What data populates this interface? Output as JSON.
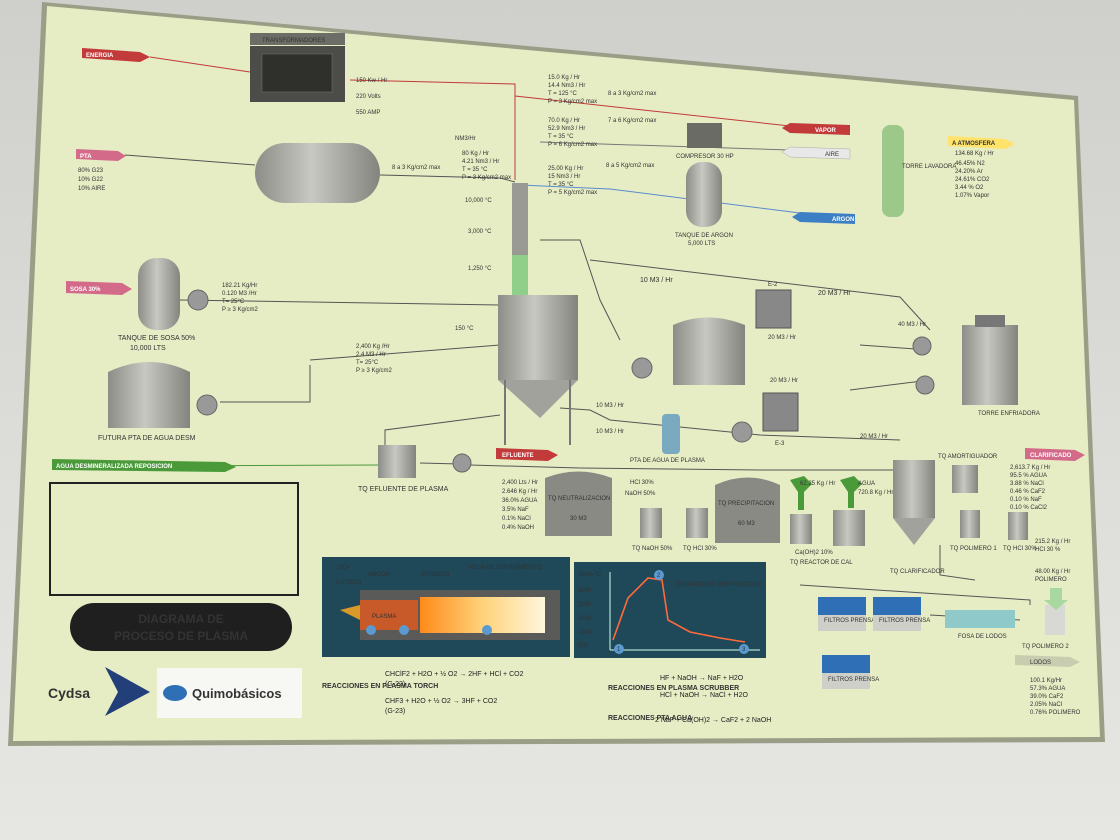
{
  "title": {
    "line1": "DIAGRAMA DE",
    "line2": "PROCESO DE PLASMA"
  },
  "logos": {
    "cydsa": "Cydsa",
    "quimobasicos": "Quimobásicos"
  },
  "tags": {
    "energia": "ENERGIA",
    "pta": "PTA",
    "sosa": "SOSA 30%",
    "agua_desm": "AGUA DESMINERALIZADA REPOSICION",
    "efluente": "EFLUENTE",
    "atmosfera": "A ATMOSFERA",
    "clarificado": "CLARIFICADO",
    "lodos": "LODOS",
    "vapor": "VAPOR",
    "aire": "AIRE",
    "argon": "ARGON"
  },
  "equipment": {
    "transformador": "TRANSFORMADORES",
    "tanque_sosa": "TANQUE DE SOSA 50%",
    "tanque_sosa_cap": "10,000 LTS",
    "futura_pta": "FUTURA PTA DE AGUA DESM",
    "tq_efluente": "TQ EFLUENTE DE PLASMA",
    "compresor": "COMPRESOR 30 HP",
    "tanque_argon": "TANQUE DE ARGON",
    "tanque_argon_cap": "5,000 LTS",
    "torre_lavadora": "TORRE LAVADORA",
    "torre_enfriadora": "TORRE ENFRIADORA",
    "pta_agua_plasma": "PTA DE AGUA DE PLASMA",
    "e2": "E-2",
    "e3": "E-3",
    "tq_neutralizacion": "TQ NEUTRALIZACION",
    "tq_precipitacion": "TQ PRECIPITACION",
    "tq_naoh": "TQ NaOH 50%",
    "tq_hcl": "TQ HCl 30%",
    "tq_reactor_cal": "TQ REACTOR DE CAL",
    "tq_clarificador": "TQ CLARIFICADOR",
    "tq_amortiguador": "TQ AMORTIGUADOR",
    "tq_polimero1": "TQ POLIMERO 1",
    "tq_hcl2": "TQ HCl 30%",
    "tq_polimero2": "TQ POLIMERO 2",
    "filtros_prensa": "FILTROS PRENSA",
    "fosa_lodos": "FOSA DE LODOS"
  },
  "energy": {
    "l1": "150 Kw / Hr",
    "l2": "220 Volts",
    "l3": "550 AMP"
  },
  "pta_comp": {
    "l1": "80% G23",
    "l2": "10% G22",
    "l3": "10% AIRE"
  },
  "pta_flow": "8 a 3 Kg/cm2 max",
  "torch_feed": {
    "l0": "NM3/Hr",
    "l1": "80 Kg / Hr",
    "l2": "4.21 Nm3 / Hr",
    "l3": "T = 35 °C",
    "l4": "P = 3 Kg/cm2 max"
  },
  "vapor_feed": {
    "l1": "15.0 Kg / Hr",
    "l2": "14.4 Nm3 / Hr",
    "l3": "T = 125 °C",
    "l4": "P = 3 Kg/cm2 max"
  },
  "vapor_press": "8 a 3 Kg/cm2 max",
  "air_feed": {
    "l1": "70.0 Kg / Hr",
    "l2": "52.9 Nm3 / Hr",
    "l3": "T = 35 °C",
    "l4": "P = 6 Kg/cm2 max"
  },
  "air_press": "7 a 6 Kg/cm2 max",
  "argon_feed": {
    "l1": "25.00 Kg / Hr",
    "l2": "15 Nm3 / Hr",
    "l3": "T = 35 °C",
    "l4": "P = 5 Kg/cm2 max"
  },
  "argon_press": "8 a 5 Kg/cm2 max",
  "temps": {
    "t1": "10,000 °C",
    "t2": "3,000 °C",
    "t3": "1,250 °C",
    "t4": "150 °C"
  },
  "sosa_feed": {
    "l1": "182.21 Kg/Hr",
    "l2": "0.120 M3 /Hr",
    "l3": "T= 25°C",
    "l4": "P ≥ 3 Kg/cm2"
  },
  "water_feed": {
    "l1": "2,400 Kg /Hr",
    "l2": "2.4 M3 / Hr",
    "l3": "T= 25°C",
    "l4": "P ≥ 3 Kg/cm2"
  },
  "atmos": {
    "l1": "134.68 Kg / Hr",
    "l2": "46.45% N2",
    "l3": "24.20% Ar",
    "l4": "24.61% CO2",
    "l5": "3.44 % O2",
    "l6": "1.07% Vapor"
  },
  "flows": {
    "f1": "10 M3 / Hr",
    "f2": "20 M3 / Hr",
    "f3": "20 M3 / Hr",
    "f4": "40 M3 / Hr",
    "f5": "20 M3 / Hr",
    "f6": "10 M3 / Hr",
    "f7": "10 M3 / Hr",
    "f8": "20 M3 / Hr"
  },
  "efluente_comp": {
    "l1": "2,400 Lts / Hr",
    "l2": "2.646 Kg / Hr",
    "l3": "36.0% AGUA",
    "l4": "3.5% NaF",
    "l5": "0.1% NaCl",
    "l6": "0.4% NaOH"
  },
  "neut_labels": {
    "hcl": "HCl 30%",
    "naoh": "NaOH 50%",
    "vol": "30 M3"
  },
  "precip": {
    "vol": "60 M3",
    "caoh2": "Ca(OH)2 10%",
    "caoh2_flow": "62.25 Kg / Hr",
    "agua": "AGUA",
    "agua_flow": "720.8 Kg / Hr"
  },
  "clarif_comp": {
    "l1": "2,613.7 Kg / Hr",
    "l2": "95.5 % AGUA",
    "l3": "3.88 % NaCl",
    "l4": "0.46 % CaF2",
    "l5": "0.10 % NaF",
    "l6": "0.10 % CaCl2"
  },
  "hcl_flow": {
    "l1": "215.2 Kg / Hr",
    "l2": "HCl 30 %"
  },
  "poly_flow": {
    "l1": "48.00 Kg / Hr",
    "l2": "POLIMERO"
  },
  "lodos_comp": {
    "l1": "100.1 Kg/Hr",
    "l2": "57.3% AGUA",
    "l3": "39.0% CaF2",
    "l4": "2.05% NaCl",
    "l5": "0.76% POLIMERO"
  },
  "torch_diagram": {
    "dc": "DC+",
    "catodo": "CATODO",
    "argon": "ARGÓN",
    "residuo": "RESIDUO",
    "agua": "AGUA DE ENFRIAMIENTO",
    "plasma": "PLASMA",
    "anodo": "ANODO"
  },
  "graph": {
    "axis_label": "Temp °C",
    "annotation": "ESTANCIA DE DESTRUCCION",
    "markers": [
      "1",
      "2",
      "3"
    ],
    "ticks": [
      "3000",
      "2000",
      "1500",
      "1000",
      "500"
    ]
  },
  "reactions": {
    "torch_label": "REACCIONES EN PLASMA TORCH",
    "torch1": "CHClF2 + H2O + ½ O2 → 2HF + HCl + CO2",
    "torch1_tag": "(G-22)",
    "torch2": "CHF3 + H2O + ½ O2 → 3HF + CO2",
    "torch2_tag": "(G-23)",
    "scrubber_label": "REACCIONES EN PLASMA SCRUBBER",
    "scr1": "HF + NaOH → NaF + H2O",
    "scr2": "HCl + NaOH → NaCl + H2O",
    "pta_label": "REACCIONES PTA AGUA",
    "pta1": "2 NaF + Ca(OH)2 → CaF2 + 2 NaOH"
  },
  "colors": {
    "board": "#e6ecc4",
    "tag_red": "#c23a3a",
    "tag_green": "#4a9a3a",
    "tag_blue": "#3c7fc4",
    "tag_pink": "#d46a8a",
    "equipment": "#a9a9a3",
    "panel": "#1f4858"
  }
}
